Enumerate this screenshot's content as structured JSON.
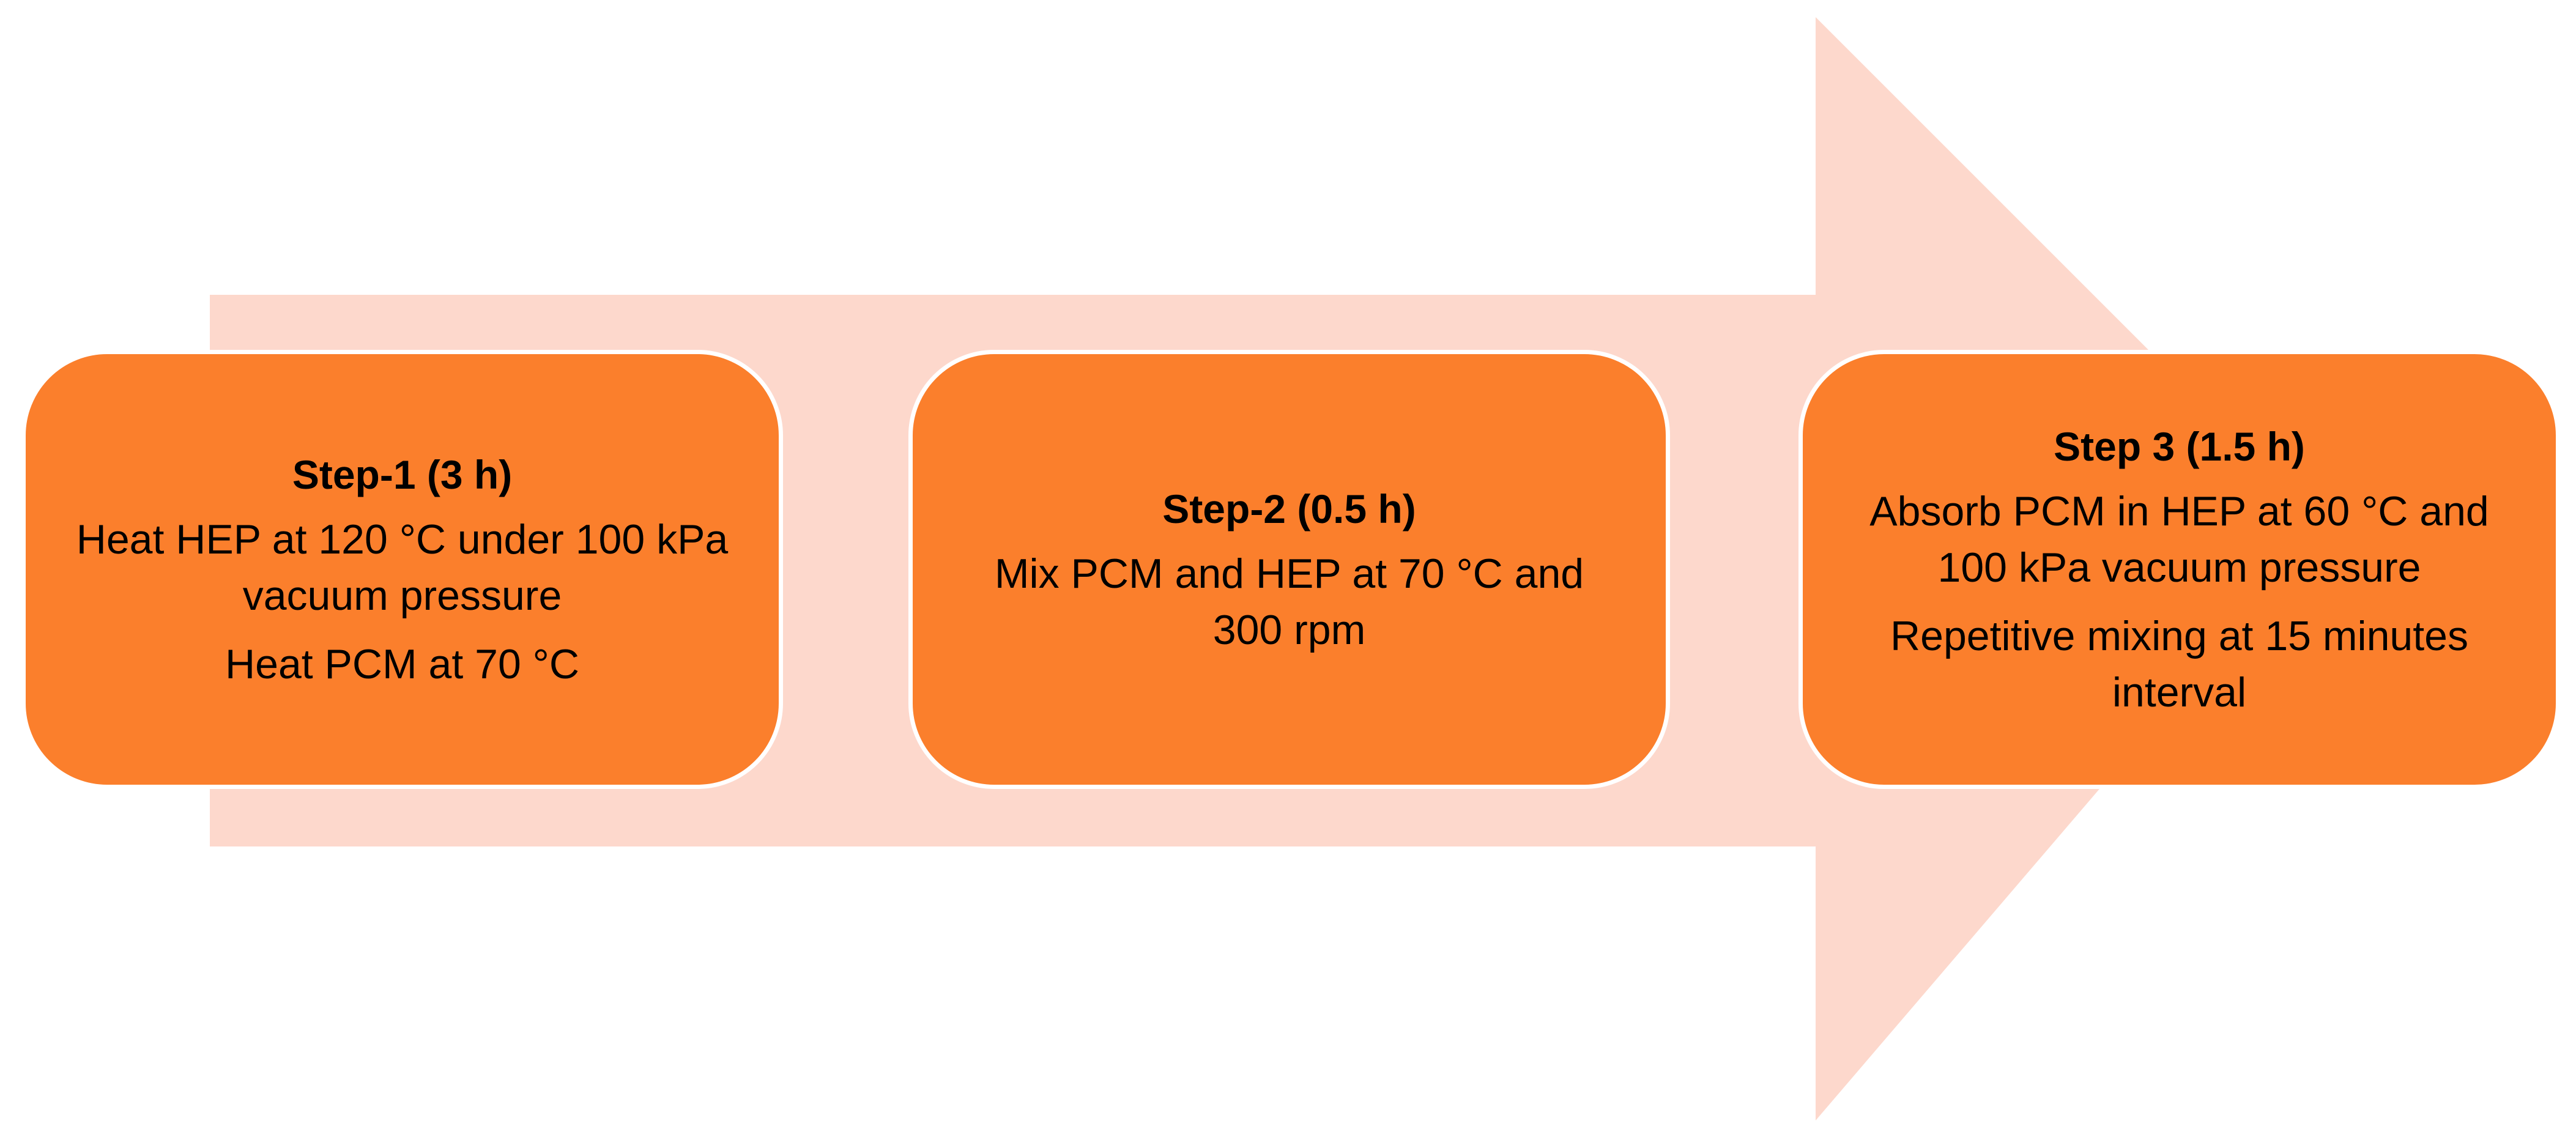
{
  "colors": {
    "arrow_fill": "#fdd8cc",
    "box_fill": "#fb7f2c",
    "box_border": "#ffffff",
    "text": "#000000"
  },
  "steps": [
    {
      "title": "Step-1 (3 h)",
      "lines": [
        "Heat HEP at 120 °C under 100 kPa vacuum pressure",
        "Heat PCM at 70 °C"
      ]
    },
    {
      "title": "Step-2 (0.5 h)",
      "lines": [
        "Mix PCM and HEP at 70 °C and 300 rpm"
      ]
    },
    {
      "title": "Step 3 (1.5 h)",
      "lines": [
        "Absorb PCM in HEP at 60 °C and 100 kPa vacuum pressure",
        "Repetitive mixing at 15 minutes interval"
      ]
    }
  ]
}
